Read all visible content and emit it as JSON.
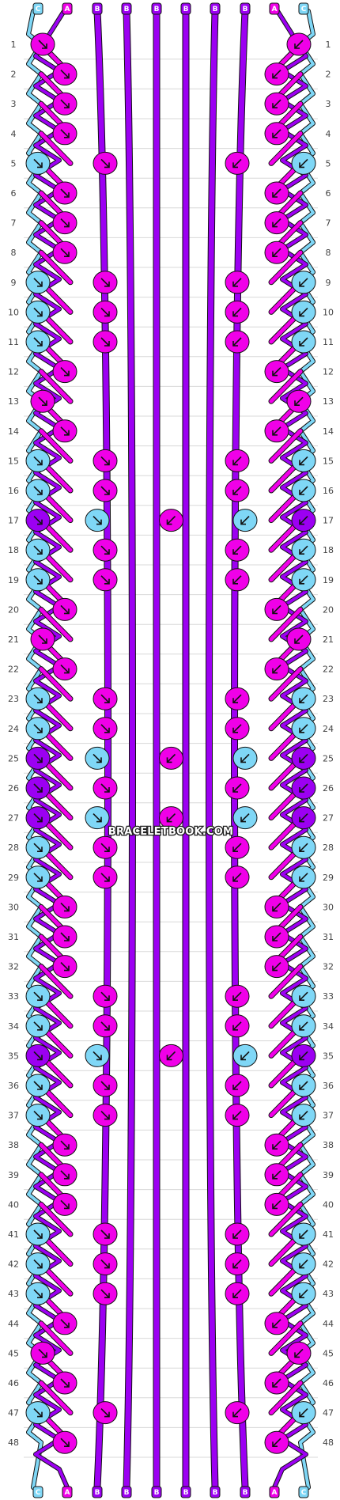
{
  "title": "",
  "watermark": "BRACELETBOOK.COM",
  "colors": {
    "C": "#7fd7f6",
    "A": "#f000e8",
    "B": "#9c00f2"
  },
  "strings_top": [
    "C",
    "A",
    "B",
    "B",
    "B",
    "B",
    "B",
    "B",
    "A",
    "C"
  ],
  "strings_bottom": [
    "C",
    "A",
    "B",
    "B",
    "B",
    "B",
    "B",
    "B",
    "A",
    "C"
  ],
  "row_count": 48,
  "knot_colors": {
    "1": [
      "A",
      "A"
    ],
    "2": [
      "A",
      "A"
    ],
    "3": [
      "A",
      "A"
    ],
    "4": [
      "A",
      "A"
    ],
    "5": [
      "C",
      "A",
      "A",
      "C"
    ],
    "6": [
      "A",
      "A"
    ],
    "7": [
      "A",
      "A"
    ],
    "8": [
      "A",
      "A"
    ],
    "9": [
      "C",
      "A",
      "A",
      "C"
    ],
    "10": [
      "C",
      "A",
      "A",
      "C"
    ],
    "11": [
      "C",
      "A",
      "A",
      "C"
    ],
    "12": [
      "A",
      "A"
    ],
    "13": [
      "A",
      "A"
    ],
    "14": [
      "A",
      "A"
    ],
    "15": [
      "C",
      "A",
      "A",
      "C"
    ],
    "16": [
      "C",
      "A",
      "A",
      "C"
    ],
    "17": [
      "B",
      "C",
      "A",
      "C",
      "B"
    ],
    "18": [
      "C",
      "A",
      "A",
      "C"
    ],
    "19": [
      "C",
      "A",
      "A",
      "C"
    ],
    "20": [
      "A",
      "A"
    ],
    "21": [
      "A",
      "A"
    ],
    "22": [
      "A",
      "A"
    ],
    "23": [
      "C",
      "A",
      "A",
      "C"
    ],
    "24": [
      "C",
      "A",
      "A",
      "C"
    ],
    "25": [
      "B",
      "C",
      "A",
      "C",
      "B"
    ],
    "26": [
      "B",
      "A",
      "A",
      "B"
    ],
    "27": [
      "B",
      "C",
      "A",
      "C",
      "B"
    ],
    "28": [
      "C",
      "A",
      "A",
      "C"
    ],
    "29": [
      "C",
      "A",
      "A",
      "C"
    ],
    "30": [
      "A",
      "A"
    ],
    "31": [
      "A",
      "A"
    ],
    "32": [
      "A",
      "A"
    ],
    "33": [
      "C",
      "A",
      "A",
      "C"
    ],
    "34": [
      "C",
      "A",
      "A",
      "C"
    ],
    "35": [
      "B",
      "C",
      "A",
      "C",
      "B"
    ],
    "36": [
      "C",
      "A",
      "A",
      "C"
    ],
    "37": [
      "C",
      "A",
      "A",
      "C"
    ],
    "38": [
      "A",
      "A"
    ],
    "39": [
      "A",
      "A"
    ],
    "40": [
      "A",
      "A"
    ],
    "41": [
      "C",
      "A",
      "A",
      "C"
    ],
    "42": [
      "C",
      "A",
      "A",
      "C"
    ],
    "43": [
      "C",
      "A",
      "A",
      "C"
    ],
    "44": [
      "A",
      "A"
    ],
    "45": [
      "A",
      "A"
    ],
    "46": [
      "A",
      "A"
    ],
    "47": [
      "C",
      "A",
      "A",
      "C"
    ],
    "48": [
      "A",
      "A"
    ]
  }
}
